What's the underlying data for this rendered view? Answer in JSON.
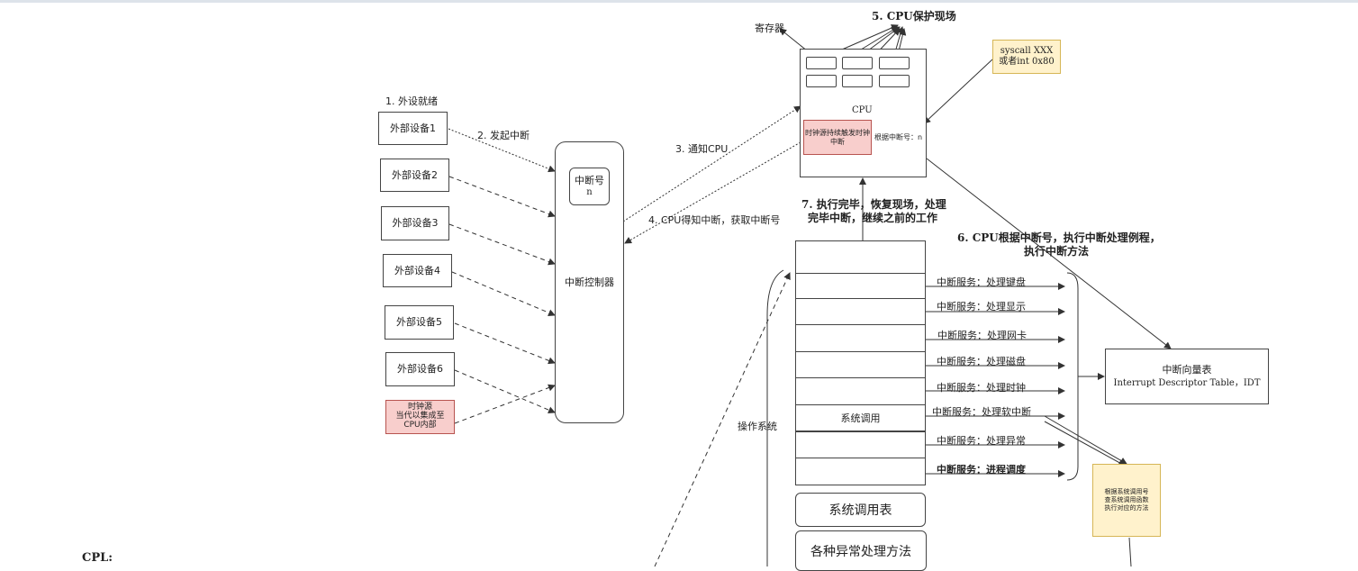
{
  "labels": {
    "step1": "1. 外设就绪",
    "step2": "2. 发起中断",
    "step3": "3. 通知CPU",
    "step4": "4. CPU得知中断，获取中断号",
    "step5": "5. CPU保护现场",
    "step6_line1": "6. CPU根据中断号，执行中断处理例程，",
    "step6_line2": "执行中断方法",
    "step7_line1": "7. 执行完毕，恢复现场，处理",
    "step7_line2": "完毕中断，继续之前的工作",
    "registers": "寄存器",
    "os": "操作系统",
    "cpl": "CPL:"
  },
  "devices": [
    "外部设备1",
    "外部设备2",
    "外部设备3",
    "外部设备4",
    "外部设备5",
    "外部设备6"
  ],
  "clock_source": {
    "line1": "时钟源",
    "line2": "当代以集成至",
    "line3": "CPU内部"
  },
  "controller": {
    "irq_line1": "中断号",
    "irq_line2": "n",
    "name": "中断控制器"
  },
  "cpu": {
    "title": "CPU",
    "clock_line1": "时钟源持续触发时钟",
    "clock_line2": "中断",
    "irq_label": "根据中断号：n"
  },
  "syscall": {
    "line1": "syscall XXX",
    "line2": "或者int 0x80"
  },
  "idt": {
    "line1": "中断向量表",
    "line2": "Interrupt Descriptor Table，IDT"
  },
  "os_stack": {
    "syscall_cell": "系统调用",
    "syscall_table": "系统调用表",
    "exceptions": "各种异常处理方法"
  },
  "services": [
    "中断服务：处理键盘",
    "中断服务：处理显示",
    "中断服务：处理网卡",
    "中断服务：处理磁盘",
    "中断服务：处理时钟",
    "中断服务：处理软中断",
    "中断服务：处理异常",
    "中断服务：进程调度"
  ],
  "syscall_note": {
    "line1": "根据系统调用号",
    "line2": "查系统调用函数",
    "line3": "执行对应的方法"
  },
  "colors": {
    "red_fill": "#f8cecc",
    "red_border": "#b85450",
    "yellow_fill": "#fff2cc",
    "yellow_border": "#d6b656",
    "line": "#333333"
  }
}
